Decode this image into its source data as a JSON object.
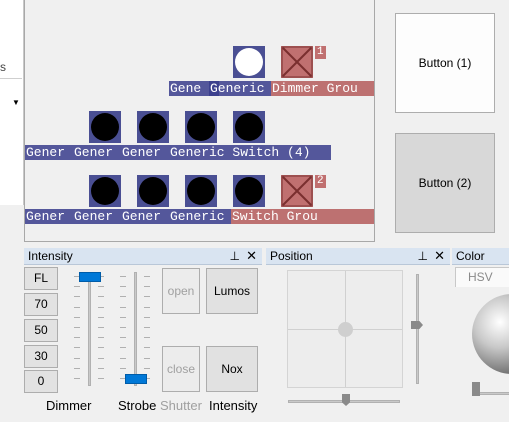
{
  "left": {
    "partial_text": "s",
    "dropdown_icon": "chevron-down-icon"
  },
  "canvas": {
    "fixtures": [
      {
        "kind": "dot",
        "color": "white"
      },
      {
        "kind": "cross",
        "number": "1"
      },
      {
        "kind": "dot"
      },
      {
        "kind": "dot"
      },
      {
        "kind": "dot"
      },
      {
        "kind": "dot"
      },
      {
        "kind": "dot"
      },
      {
        "kind": "dot"
      },
      {
        "kind": "dot"
      },
      {
        "kind": "dot"
      },
      {
        "kind": "cross",
        "number": "2"
      }
    ],
    "labels": {
      "row1_a": "Gene",
      "row1_b": "Generic",
      "row1_c": " Dimmer Grou",
      "row2_a": "Gener",
      "row2_b": "Gener",
      "row2_c": "Gener",
      "row2_d": "Generic Switch (4)",
      "row3_a": "Gener",
      "row3_b": "Gener",
      "row3_c": "Gener",
      "row3_d": "Generic",
      "row3_e": " Switch Grou"
    }
  },
  "buttons": {
    "button1": "Button (1)",
    "button2": "Button (2)"
  },
  "intensity_dock": {
    "title": "Intensity",
    "pin_icon": "pin-icon",
    "close_icon": "close-icon",
    "presets": [
      "FL",
      "70",
      "50",
      "30",
      "0"
    ],
    "dimmer_level": 1.0,
    "strobe_level": 0.0,
    "open_label": "open",
    "close_label": "close",
    "lumos_label": "Lumos",
    "nox_label": "Nox",
    "captions": {
      "dimmer": "Dimmer",
      "strobe": "Strobe",
      "shutter": "Shutter",
      "intensity": "Intensity"
    }
  },
  "position_dock": {
    "title": "Position",
    "pin_icon": "pin-icon",
    "close_icon": "close-icon"
  },
  "color_dock": {
    "title": "Color",
    "tab_hsv": "HSV"
  }
}
